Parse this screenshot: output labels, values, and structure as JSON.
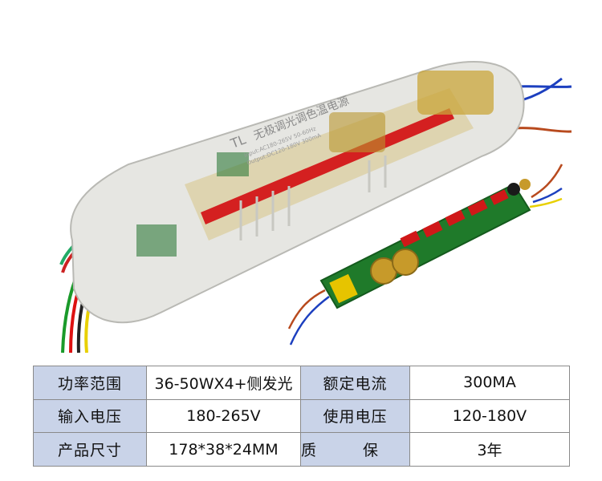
{
  "product_label": {
    "brand": "TL",
    "title": "无极调光调色温电源",
    "spec_line1": "input:AC180-265V 50-60Hz",
    "spec_line2": "Output:DC120-180V 300mA"
  },
  "spec_table": {
    "rows": [
      {
        "key1": "功率范围",
        "val1": "36-50WX4+侧发光",
        "key2": "额定电流",
        "val2": "300MA"
      },
      {
        "key1": "输入电压",
        "val1": "180-265V",
        "key2": "使用电压",
        "val2": "120-180V"
      },
      {
        "key1": "产品尺寸",
        "val1": "178*38*24MM",
        "key2": "质保",
        "val2": "3年"
      }
    ]
  },
  "colors": {
    "header_cell": "#c9d3e8",
    "border": "#8a8a8a",
    "pcb": "#1f7a2a"
  }
}
